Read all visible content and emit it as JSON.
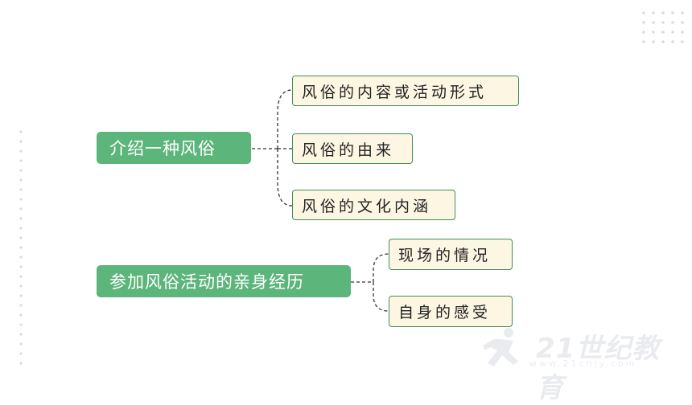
{
  "colors": {
    "main_node_bg": "#5cb57a",
    "sub_node_bg": "#fdf6e3",
    "sub_node_border": "#3f8f59",
    "connector": "#333333",
    "decor_dots": "#d8dce0"
  },
  "groups": [
    {
      "label": "介绍一种风俗",
      "children": [
        "风俗的内容或活动形式",
        "风俗的由来",
        "风俗的文化内涵"
      ]
    },
    {
      "label": "参加风俗活动的亲身经历",
      "children": [
        "现场的情况",
        "自身的感受"
      ]
    }
  ],
  "watermark": {
    "brand": "21世纪教育",
    "url": "www.21cnjy.com"
  }
}
